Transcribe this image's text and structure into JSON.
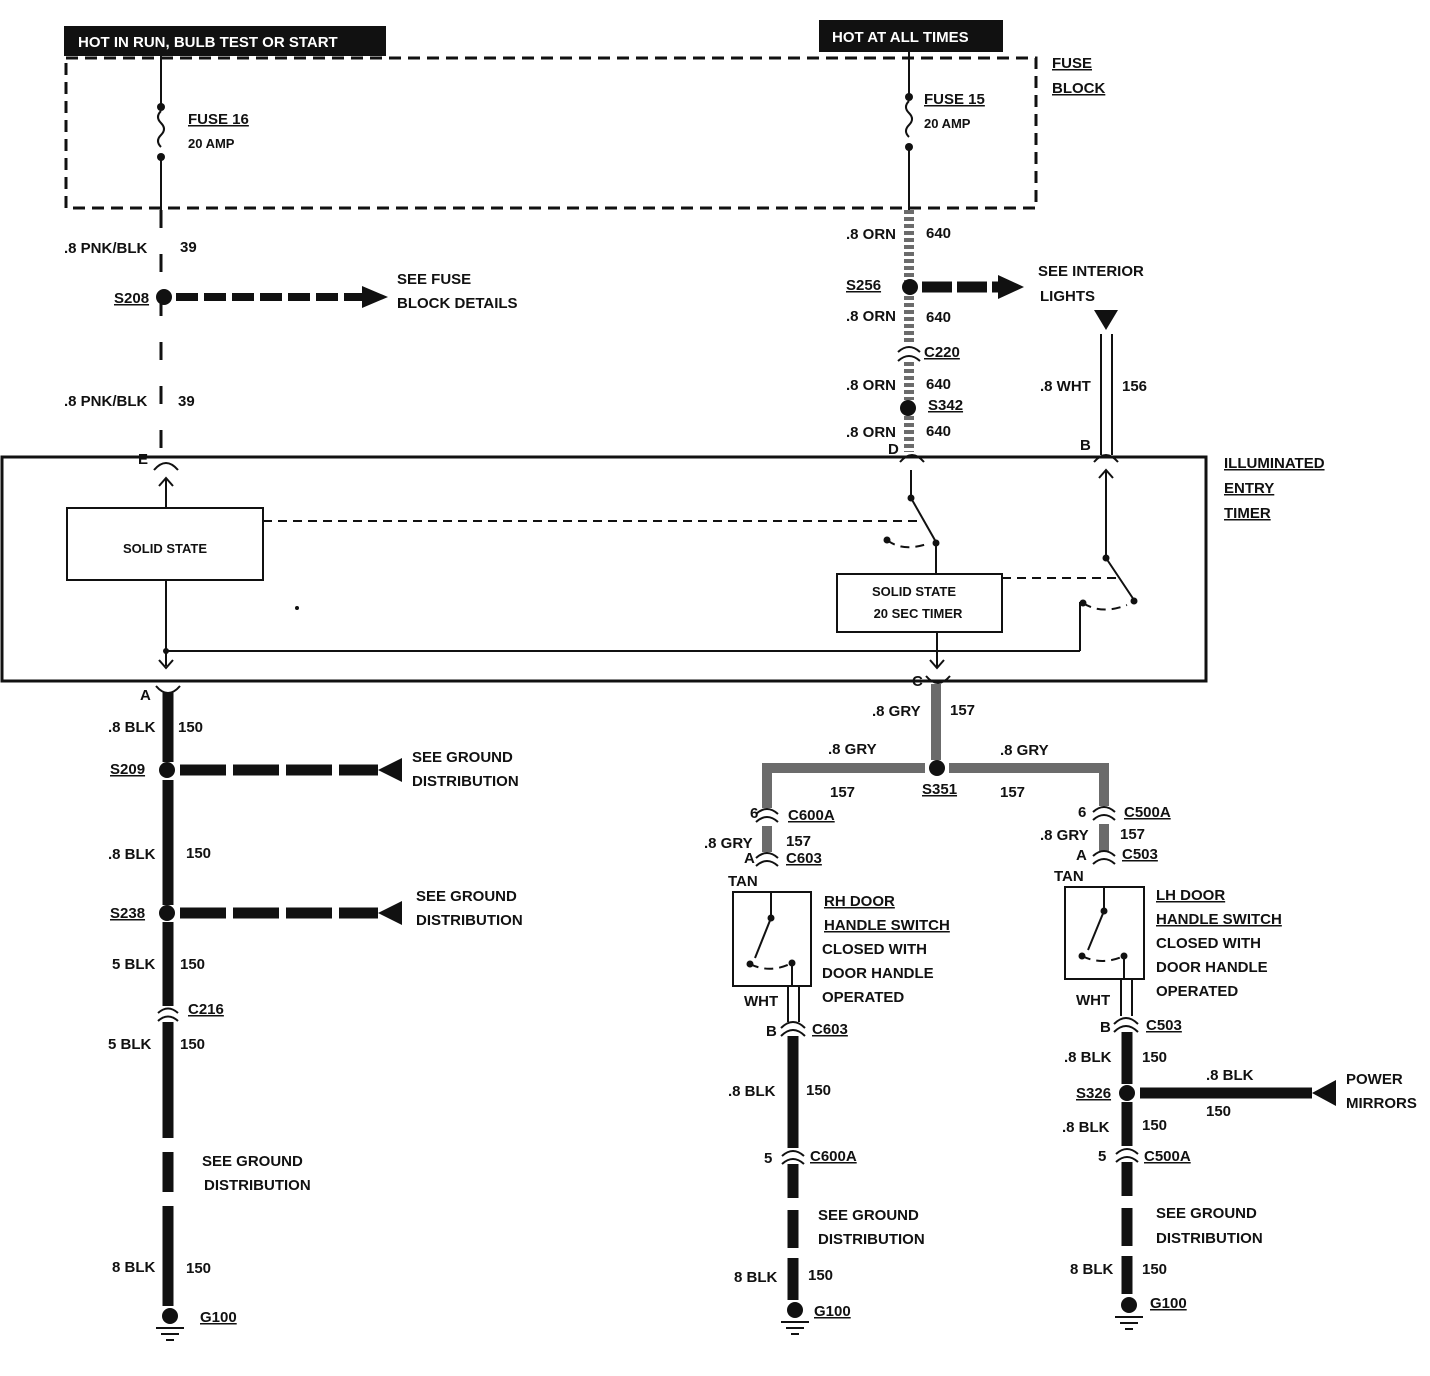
{
  "headers": {
    "left": "HOT IN RUN, BULB TEST OR START",
    "right": "HOT AT ALL TIMES"
  },
  "fuse_block": {
    "label_line1": "FUSE",
    "label_line2": "BLOCK",
    "fuse16_name": "FUSE 16",
    "fuse16_rating": "20 AMP",
    "fuse15_name": "FUSE 15",
    "fuse15_rating": "20 AMP"
  },
  "left_circuit": {
    "wire1_label": ".8 PNK/BLK",
    "wire1_num": "39",
    "splice_s208": "S208",
    "see_fuse_line1": "SEE FUSE",
    "see_fuse_line2": "BLOCK DETAILS",
    "wire2_label": ".8 PNK/BLK",
    "wire2_num": "39",
    "pin_e": "E",
    "pin_a": "A",
    "blk1_label": ".8 BLK",
    "blk1_num": "150",
    "splice_s209": "S209",
    "gd1_line1": "SEE GROUND",
    "gd1_line2": "DISTRIBUTION",
    "blk2_label": ".8 BLK",
    "blk2_num": "150",
    "splice_s238": "S238",
    "gd2_line1": "SEE GROUND",
    "gd2_line2": "DISTRIBUTION",
    "blk3_label": "5 BLK",
    "blk3_num": "150",
    "conn_c216": "C216",
    "blk4_label": "5 BLK",
    "blk4_num": "150",
    "gd3_line1": "SEE GROUND",
    "gd3_line2": "DISTRIBUTION",
    "blk5_label": "8 BLK",
    "blk5_num": "150",
    "ground": "G100"
  },
  "right_feed": {
    "orn1_label": ".8 ORN",
    "orn1_num": "640",
    "splice_s256": "S256",
    "see_int_line1": "SEE INTERIOR",
    "see_int_line2": "LIGHTS",
    "orn2_label": ".8 ORN",
    "orn2_num": "640",
    "conn_c220": "C220",
    "orn3_label": ".8 ORN",
    "orn3_num": "640",
    "splice_s342": "S342",
    "orn4_label": ".8 ORN",
    "orn4_num": "640",
    "wht_label": ".8 WHT",
    "wht_num": "156",
    "pin_d": "D",
    "pin_b": "B"
  },
  "timer": {
    "label_line1": "ILLUMINATED",
    "label_line2": "ENTRY",
    "label_line3": "TIMER",
    "solid_state": "SOLID STATE",
    "timer_line1": "SOLID STATE",
    "timer_line2": "20 SEC TIMER",
    "pin_c": "C"
  },
  "output": {
    "gry_main_label": ".8 GRY",
    "gry_main_num": "157",
    "splice_s351": "S351",
    "gry_left_label": ".8 GRY",
    "gry_left_num": "157",
    "gry_right_label": ".8 GRY",
    "gry_right_num": "157"
  },
  "rh_door": {
    "pin6": "6",
    "conn_c600a": "C600A",
    "gry_label": ".8 GRY",
    "gry_num": "157",
    "pin_a": "A",
    "conn_c603": "C603",
    "tan": "TAN",
    "switch_line1": "RH DOOR",
    "switch_line2": "HANDLE SWITCH",
    "desc_line1": "CLOSED WITH",
    "desc_line2": "DOOR HANDLE",
    "desc_line3": "OPERATED",
    "wht": "WHT",
    "pin_b": "B",
    "conn_c603b": "C603",
    "blk1_label": ".8 BLK",
    "blk1_num": "150",
    "pin5": "5",
    "conn_c600a2": "C600A",
    "gd_line1": "SEE GROUND",
    "gd_line2": "DISTRIBUTION",
    "blk2_label": "8 BLK",
    "blk2_num": "150",
    "ground": "G100"
  },
  "lh_door": {
    "pin6": "6",
    "conn_c500a": "C500A",
    "gry_label": ".8 GRY",
    "gry_num": "157",
    "pin_a": "A",
    "conn_c503": "C503",
    "tan": "TAN",
    "switch_line1": "LH DOOR",
    "switch_line2": "HANDLE SWITCH",
    "desc_line1": "CLOSED WITH",
    "desc_line2": "DOOR HANDLE",
    "desc_line3": "OPERATED",
    "wht": "WHT",
    "pin_b": "B",
    "conn_c503b": "C503",
    "blk1_label": ".8 BLK",
    "blk1_num": "150",
    "splice_s326": "S326",
    "pm_label": ".8 BLK",
    "pm_num": "150",
    "pm_line1": "POWER",
    "pm_line2": "MIRRORS",
    "blk2_label": ".8 BLK",
    "blk2_num": "150",
    "pin5": "5",
    "conn_c500a2": "C500A",
    "gd_line1": "SEE GROUND",
    "gd_line2": "DISTRIBUTION",
    "blk3_label": "8 BLK",
    "blk3_num": "150",
    "ground": "G100"
  }
}
